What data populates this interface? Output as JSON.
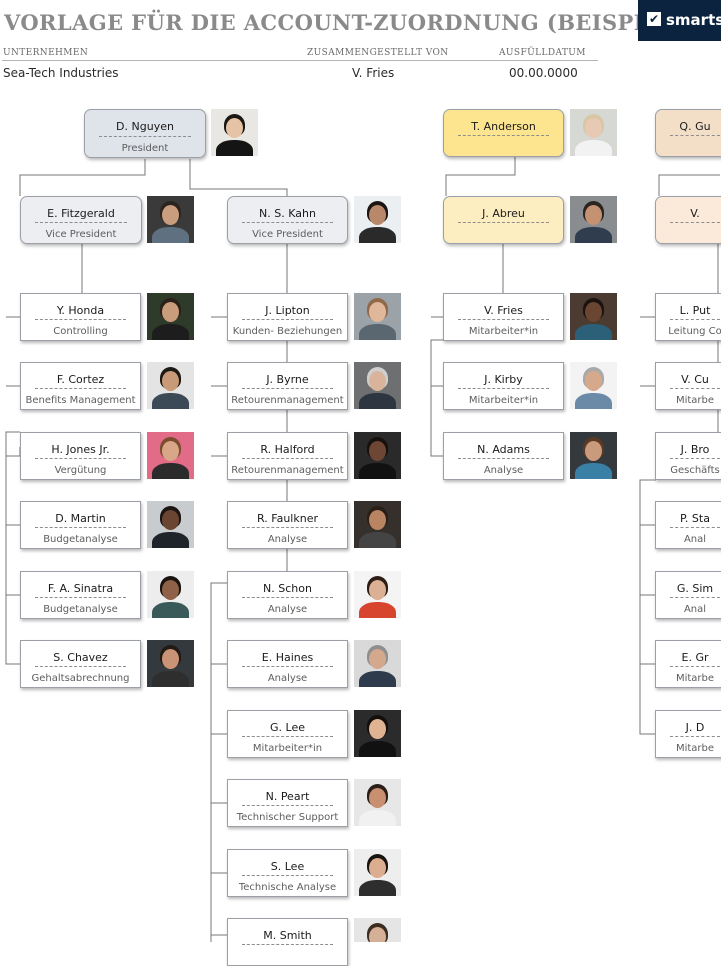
{
  "brand": {
    "label": "smartsheet",
    "icon": "check-icon"
  },
  "title": "VORLAGE FÜR DIE ACCOUNT-ZUORDNUNG (BEISPIEL)",
  "meta": {
    "company_label": "UNTERNEHMEN",
    "company_value": "Sea-Tech Industries",
    "compiled_label": "ZUSAMMENGESTELLT VON",
    "compiled_value": "V. Fries",
    "date_label": "AUSFÜLLDATUM",
    "date_value": "00.00.0000"
  },
  "colors": {
    "president_fill": "#dfe3ea",
    "vp_fill": "#eceef2",
    "anderson_fill": "#fde58f",
    "abreu_fill": "#fdeec2",
    "q_fill": "#f3dfc8",
    "v_fill": "#fbe9da",
    "staff_fill": "#ffffff",
    "connector": "#777777"
  },
  "nodes": [
    {
      "id": "nguyen",
      "name": "D. Nguyen",
      "role": "President",
      "fill": "president_fill",
      "photo": {
        "bg": "#e9e7e3",
        "skin": "#e6c3a5",
        "hair": "#1b1714",
        "shirt": "#141414"
      }
    },
    {
      "id": "fitzgerald",
      "name": "E. Fitzgerald",
      "role": "Vice President",
      "fill": "vp_fill",
      "photo": {
        "bg": "#3a3a3a",
        "skin": "#c99e7e",
        "hair": "#2c241e",
        "shirt": "#5f7180"
      }
    },
    {
      "id": "kahn",
      "name": "N. S. Kahn",
      "role": "Vice President",
      "fill": "vp_fill",
      "photo": {
        "bg": "#eceff1",
        "skin": "#b9876a",
        "hair": "#1a1512",
        "shirt": "#2a2a2a"
      }
    },
    {
      "id": "anderson",
      "name": "T. Anderson",
      "role": "",
      "fill": "anderson_fill",
      "photo": {
        "bg": "#d6d8d4",
        "skin": "#e8c9b3",
        "hair": "#d7c7a4",
        "shirt": "#f2f2f2"
      }
    },
    {
      "id": "abreu",
      "name": "J. Abreu",
      "role": "",
      "fill": "abreu_fill",
      "photo": {
        "bg": "#8a8d8f",
        "skin": "#c49172",
        "hair": "#2a2520",
        "shirt": "#2f3d4f"
      }
    },
    {
      "id": "qgu",
      "name": "Q. Gu",
      "role": "",
      "fill": "q_fill",
      "photo": null
    },
    {
      "id": "vnode",
      "name": "V.",
      "role": "",
      "fill": "v_fill",
      "photo": null
    },
    {
      "id": "honda",
      "name": "Y. Honda",
      "role": "Controlling",
      "fill": "staff_fill",
      "photo": {
        "bg": "#2f3b2a",
        "skin": "#c99c7c",
        "hair": "#2a211b",
        "shirt": "#1d1d1d"
      }
    },
    {
      "id": "cortez",
      "name": "F. Cortez",
      "role": "Benefits Management",
      "fill": "staff_fill",
      "photo": {
        "bg": "#e4e4e4",
        "skin": "#c89a77",
        "hair": "#1d1915",
        "shirt": "#3c4a57"
      }
    },
    {
      "id": "jones",
      "name": "H. Jones Jr.",
      "role": "Vergütung",
      "fill": "staff_fill",
      "photo": {
        "bg": "#e26b88",
        "skin": "#d9a688",
        "hair": "#7b4c2e",
        "shirt": "#2b2b2b"
      }
    },
    {
      "id": "martin",
      "name": "D. Martin",
      "role": "Budgetanalyse",
      "fill": "staff_fill",
      "photo": {
        "bg": "#c9cccf",
        "skin": "#6a4632",
        "hair": "#1c1512",
        "shirt": "#1f232a"
      }
    },
    {
      "id": "sinatra",
      "name": "F. A. Sinatra",
      "role": "Budgetanalyse",
      "fill": "staff_fill",
      "photo": {
        "bg": "#ededed",
        "skin": "#8f6247",
        "hair": "#1a1410",
        "shirt": "#3a5a5a"
      }
    },
    {
      "id": "chavez",
      "name": "S. Chavez",
      "role": "Gehaltsabrechnung",
      "fill": "staff_fill",
      "photo": {
        "bg": "#34393e",
        "skin": "#c99476",
        "hair": "#211a15",
        "shirt": "#2e2e2e"
      }
    },
    {
      "id": "lipton",
      "name": "J. Lipton",
      "role": "Kunden- Beziehungen",
      "fill": "staff_fill",
      "photo": {
        "bg": "#9ba3a8",
        "skin": "#e0b79a",
        "hair": "#8f6a4a",
        "shirt": "#5b6770"
      }
    },
    {
      "id": "byrne",
      "name": "J. Byrne",
      "role": "Retourenmanagement",
      "fill": "staff_fill",
      "photo": {
        "bg": "#6d6f70",
        "skin": "#d9b49a",
        "hair": "#cfcfcf",
        "shirt": "#2c3540"
      }
    },
    {
      "id": "halford",
      "name": "R. Halford",
      "role": "Retourenmanagement",
      "fill": "staff_fill",
      "photo": {
        "bg": "#2a2a2a",
        "skin": "#6d4634",
        "hair": "#17110d",
        "shirt": "#111111"
      }
    },
    {
      "id": "faulkner",
      "name": "R. Faulkner",
      "role": "Analyse",
      "fill": "staff_fill",
      "photo": {
        "bg": "#35302c",
        "skin": "#b88462",
        "hair": "#2a1f17",
        "shirt": "#444444"
      }
    },
    {
      "id": "schon",
      "name": "N. Schon",
      "role": "Analyse",
      "fill": "staff_fill",
      "photo": {
        "bg": "#f4f4f4",
        "skin": "#dcb094",
        "hair": "#2c1e16",
        "shirt": "#d8452f"
      }
    },
    {
      "id": "haines",
      "name": "E. Haines",
      "role": "Analyse",
      "fill": "staff_fill",
      "photo": {
        "bg": "#d9d9d9",
        "skin": "#d4a88c",
        "hair": "#8f8f8f",
        "shirt": "#2d3b4d"
      }
    },
    {
      "id": "glee",
      "name": "G. Lee",
      "role": "Mitarbeiter*in",
      "fill": "staff_fill",
      "photo": {
        "bg": "#2b2b2b",
        "skin": "#e0b493",
        "hair": "#140f0c",
        "shirt": "#111111"
      }
    },
    {
      "id": "peart",
      "name": "N. Peart",
      "role": "Technischer Support",
      "fill": "staff_fill",
      "photo": {
        "bg": "#e7e7e7",
        "skin": "#c88f70",
        "hair": "#2a1f18",
        "shirt": "#f1f1f1"
      }
    },
    {
      "id": "slee",
      "name": "S. Lee",
      "role": "Technische Analyse",
      "fill": "staff_fill",
      "photo": {
        "bg": "#eeeeee",
        "skin": "#dcae8f",
        "hair": "#1a1410",
        "shirt": "#2e2e2e"
      }
    },
    {
      "id": "smith",
      "name": "M. Smith",
      "role": "",
      "fill": "staff_fill",
      "photo": {
        "bg": "#e5e5e5",
        "skin": "#d6b096",
        "hair": "#3b2d22",
        "shirt": "#e5e5e5"
      }
    },
    {
      "id": "fries",
      "name": "V. Fries",
      "role": "Mitarbeiter*in",
      "fill": "staff_fill",
      "photo": {
        "bg": "#4c3b31",
        "skin": "#6a4532",
        "hair": "#1a1310",
        "shirt": "#2c5f78"
      }
    },
    {
      "id": "kirby",
      "name": "J. Kirby",
      "role": "Mitarbeiter*in",
      "fill": "staff_fill",
      "photo": {
        "bg": "#f3f3f3",
        "skin": "#d7a98c",
        "hair": "#a9a9a9",
        "shirt": "#6a8aa8"
      }
    },
    {
      "id": "adams",
      "name": "N. Adams",
      "role": "Analyse",
      "fill": "staff_fill",
      "photo": {
        "bg": "#33393d",
        "skin": "#c99a7c",
        "hair": "#5a3a24",
        "shirt": "#3a7fa5"
      }
    },
    {
      "id": "put",
      "name": "L. Put",
      "role": "Leitung Co",
      "fill": "staff_fill",
      "photo": null
    },
    {
      "id": "vcu",
      "name": "V. Cu",
      "role": "Mitarbe",
      "fill": "staff_fill",
      "photo": null
    },
    {
      "id": "jbro",
      "name": "J. Bro",
      "role": "Geschäfts",
      "fill": "staff_fill",
      "photo": null
    },
    {
      "id": "psta",
      "name": "P. Sta",
      "role": "Anal",
      "fill": "staff_fill",
      "photo": null
    },
    {
      "id": "gsim",
      "name": "G. Sim",
      "role": "Anal",
      "fill": "staff_fill",
      "photo": null
    },
    {
      "id": "egr",
      "name": "E. Gr",
      "role": "Mitarbe",
      "fill": "staff_fill",
      "photo": null
    },
    {
      "id": "jd",
      "name": "J. D",
      "role": "Mitarbe",
      "fill": "staff_fill",
      "photo": null
    }
  ]
}
